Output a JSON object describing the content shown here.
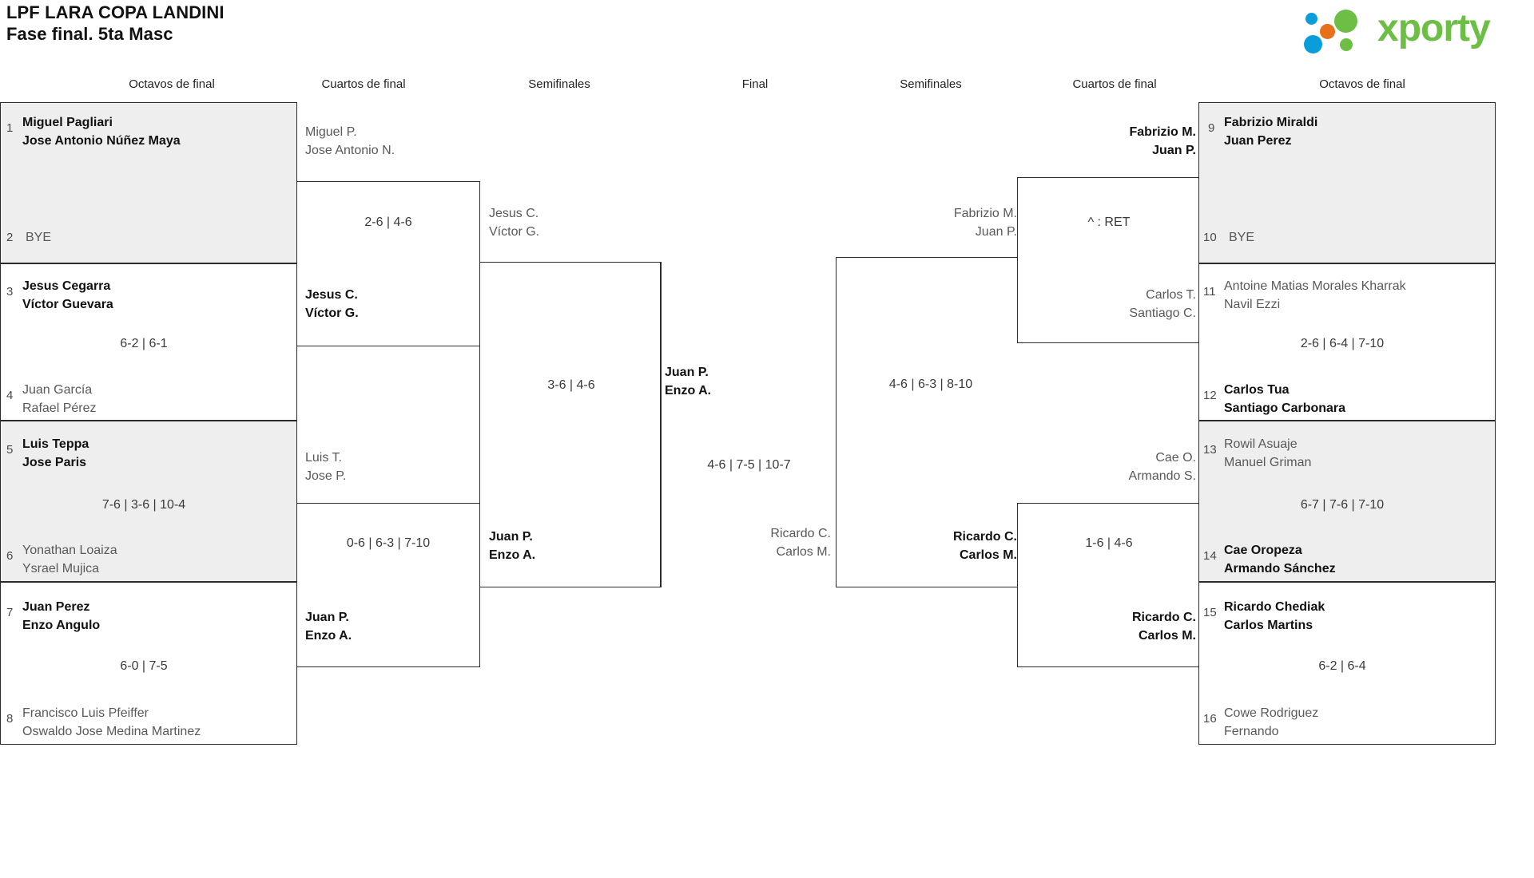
{
  "header": {
    "title_line1": "LPF LARA COPA LANDINI",
    "title_line2": "Fase final. 5ta Masc",
    "logo_text": "xporty",
    "logo_colors": {
      "green": "#6cbe45",
      "blue": "#0a9ddb",
      "orange": "#e8701a"
    }
  },
  "round_headers": {
    "left_r16": "Octavos de final",
    "left_qf": "Cuartos de final",
    "left_sf": "Semifinales",
    "final": "Final",
    "right_sf": "Semifinales",
    "right_qf": "Cuartos de final",
    "right_r16": "Octavos de final"
  },
  "left_r16": [
    {
      "match_bg": "grey",
      "top": {
        "seed": "1",
        "p1": "Miguel Pagliari",
        "p2": "Jose Antonio Núñez Maya",
        "result": "win"
      },
      "bottom": {
        "seed": "2",
        "p1": "BYE",
        "p2": "",
        "result": "lose"
      },
      "score": ""
    },
    {
      "match_bg": "white",
      "top": {
        "seed": "3",
        "p1": "Jesus Cegarra",
        "p2": "Víctor Guevara",
        "result": "win"
      },
      "bottom": {
        "seed": "4",
        "p1": "Juan García",
        "p2": "Rafael Pérez",
        "result": "lose"
      },
      "score": "6-2 | 6-1"
    },
    {
      "match_bg": "grey",
      "top": {
        "seed": "5",
        "p1": "Luis Teppa",
        "p2": "Jose Paris",
        "result": "win"
      },
      "bottom": {
        "seed": "6",
        "p1": "Yonathan Loaiza",
        "p2": "Ysrael Mujica",
        "result": "lose"
      },
      "score": "7-6 | 3-6 | 10-4"
    },
    {
      "match_bg": "white",
      "top": {
        "seed": "7",
        "p1": "Juan Perez",
        "p2": "Enzo Angulo",
        "result": "win"
      },
      "bottom": {
        "seed": "8",
        "p1": "Francisco Luis Pfeiffer",
        "p2": "Oswaldo Jose Medina Martinez",
        "result": "lose"
      },
      "score": "6-0 | 7-5"
    }
  ],
  "left_qf": [
    {
      "top": {
        "p1": "Miguel P.",
        "p2": "Jose Antonio N.",
        "result": "lose"
      },
      "bottom": {
        "p1": "Jesus C.",
        "p2": "Víctor G.",
        "result": "win"
      },
      "score": "2-6 | 4-6"
    },
    {
      "top": {
        "p1": "Luis T.",
        "p2": "Jose P.",
        "result": "lose"
      },
      "bottom": {
        "p1": "Juan P.",
        "p2": "Enzo A.",
        "result": "win"
      },
      "score": "0-6 | 6-3 | 7-10"
    }
  ],
  "left_sf": [
    {
      "top": {
        "p1": "Jesus C.",
        "p2": "Víctor G.",
        "result": "lose"
      },
      "bottom": {
        "p1": "Juan P.",
        "p2": "Enzo A.",
        "result": "win"
      },
      "score": "3-6 | 4-6"
    }
  ],
  "final": {
    "top": {
      "p1": "Juan P.",
      "p2": "Enzo A.",
      "result": "win"
    },
    "bottom": {
      "p1": "Ricardo C.",
      "p2": "Carlos M.",
      "result": "lose"
    },
    "score": "4-6 | 7-5 | 10-7"
  },
  "right_sf": [
    {
      "top": {
        "p1": "Fabrizio M.",
        "p2": "Juan P.",
        "result": "lose"
      },
      "bottom": {
        "p1": "Ricardo C.",
        "p2": "Carlos M.",
        "result": "win"
      },
      "score": "4-6 | 6-3 | 8-10"
    }
  ],
  "right_qf": [
    {
      "top": {
        "p1": "Fabrizio M.",
        "p2": "Juan P.",
        "result": "win"
      },
      "bottom": {
        "p1": "Carlos T.",
        "p2": "Santiago C.",
        "result": "lose"
      },
      "score": "^ : RET"
    },
    {
      "top": {
        "p1": "Cae O.",
        "p2": "Armando S.",
        "result": "lose"
      },
      "bottom": {
        "p1": "Ricardo C.",
        "p2": "Carlos M.",
        "result": "win"
      },
      "score": "1-6 | 4-6"
    }
  ],
  "right_r16": [
    {
      "match_bg": "grey",
      "top": {
        "seed": "9",
        "p1": "Fabrizio Miraldi",
        "p2": "Juan Perez",
        "result": "win"
      },
      "bottom": {
        "seed": "10",
        "p1": "BYE",
        "p2": "",
        "result": "lose"
      },
      "score": ""
    },
    {
      "match_bg": "white",
      "top": {
        "seed": "11",
        "p1": "Antoine Matias Morales Kharrak",
        "p2": "Navil Ezzi",
        "result": "lose"
      },
      "bottom": {
        "seed": "12",
        "p1": "Carlos Tua",
        "p2": "Santiago Carbonara",
        "result": "win"
      },
      "score": "2-6 | 6-4 | 7-10"
    },
    {
      "match_bg": "grey",
      "top": {
        "seed": "13",
        "p1": "Rowil Asuaje",
        "p2": "Manuel Griman",
        "result": "lose"
      },
      "bottom": {
        "seed": "14",
        "p1": "Cae Oropeza",
        "p2": "Armando Sánchez",
        "result": "win"
      },
      "score": "6-7 | 7-6 | 7-10"
    },
    {
      "match_bg": "white",
      "top": {
        "seed": "15",
        "p1": "Ricardo Chediak",
        "p2": "Carlos Martins",
        "result": "win"
      },
      "bottom": {
        "seed": "16",
        "p1": "Cowe Rodriguez",
        "p2": "Fernando",
        "result": "lose"
      },
      "score": "6-2 | 6-4"
    }
  ]
}
